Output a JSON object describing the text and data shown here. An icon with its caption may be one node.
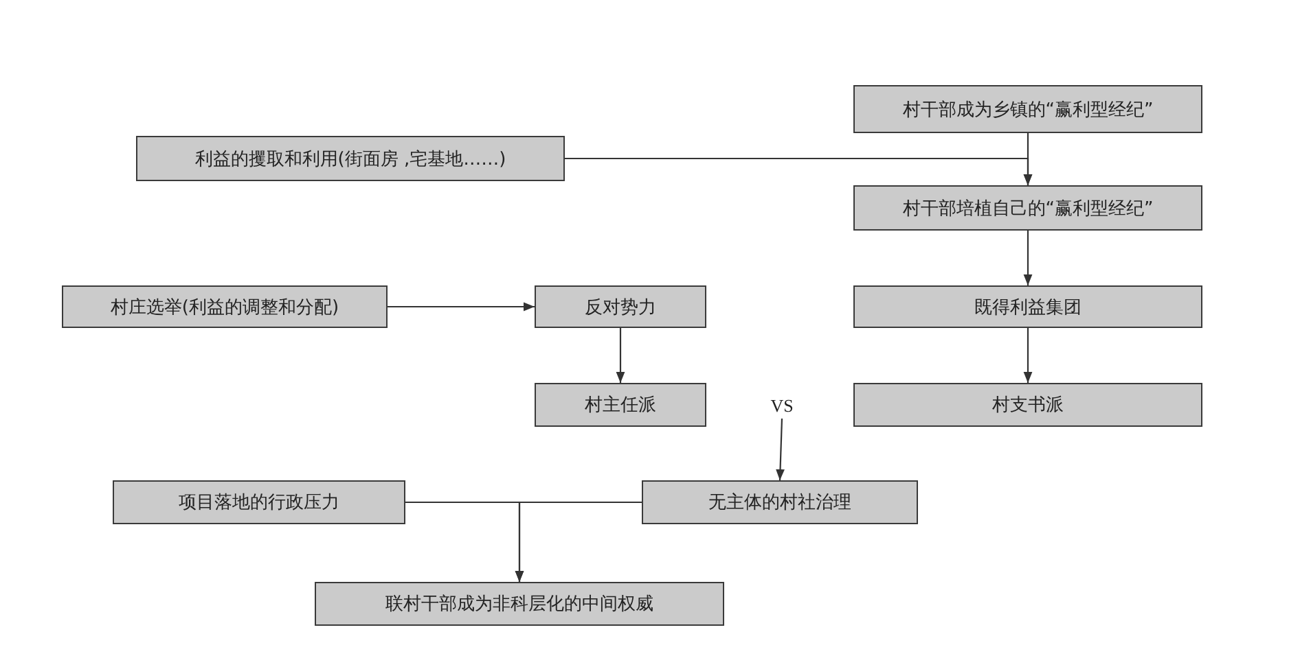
{
  "diagram": {
    "nodes": [
      {
        "text": [
          "村干部成为乡镇的“赢利型经纪”"
        ]
      },
      {
        "text": [
          "利益的攫取和利用(街面房 ,宅基地……)"
        ]
      },
      {
        "text": [
          "村干部培植自己的“赢利型经纪”"
        ]
      },
      {
        "text": [
          "村庄选举(利益的调整和分配)"
        ]
      },
      {
        "text": [
          "反对势力"
        ]
      },
      {
        "text": [
          "既得利益集团"
        ]
      },
      {
        "text": [
          "村主任派"
        ]
      },
      {
        "text": [
          "村支书派"
        ]
      },
      {
        "text": [
          "VS"
        ]
      },
      {
        "text": [
          "项目落地的行政压力"
        ]
      },
      {
        "text": [
          "无主体的村社治理"
        ]
      },
      {
        "text": [
          "联村干部成为非科层化的中间权威"
        ]
      }
    ],
    "edges": [
      {
        "from": 0,
        "to": 2,
        "arrow": "to"
      },
      {
        "from": 1,
        "to": 2,
        "arrow": "to"
      },
      {
        "from": 2,
        "to": 5,
        "arrow": "to"
      },
      {
        "from": 5,
        "to": 7,
        "arrow": "to"
      },
      {
        "from": 3,
        "to": 4,
        "arrow": "to"
      },
      {
        "from": 4,
        "to": 6,
        "arrow": "to"
      },
      {
        "from": 8,
        "to": 10,
        "arrow": "to"
      },
      {
        "from": 9,
        "to": 11,
        "arrow": "to"
      },
      {
        "from": 10,
        "to": 11,
        "arrow": "to"
      }
    ]
  }
}
